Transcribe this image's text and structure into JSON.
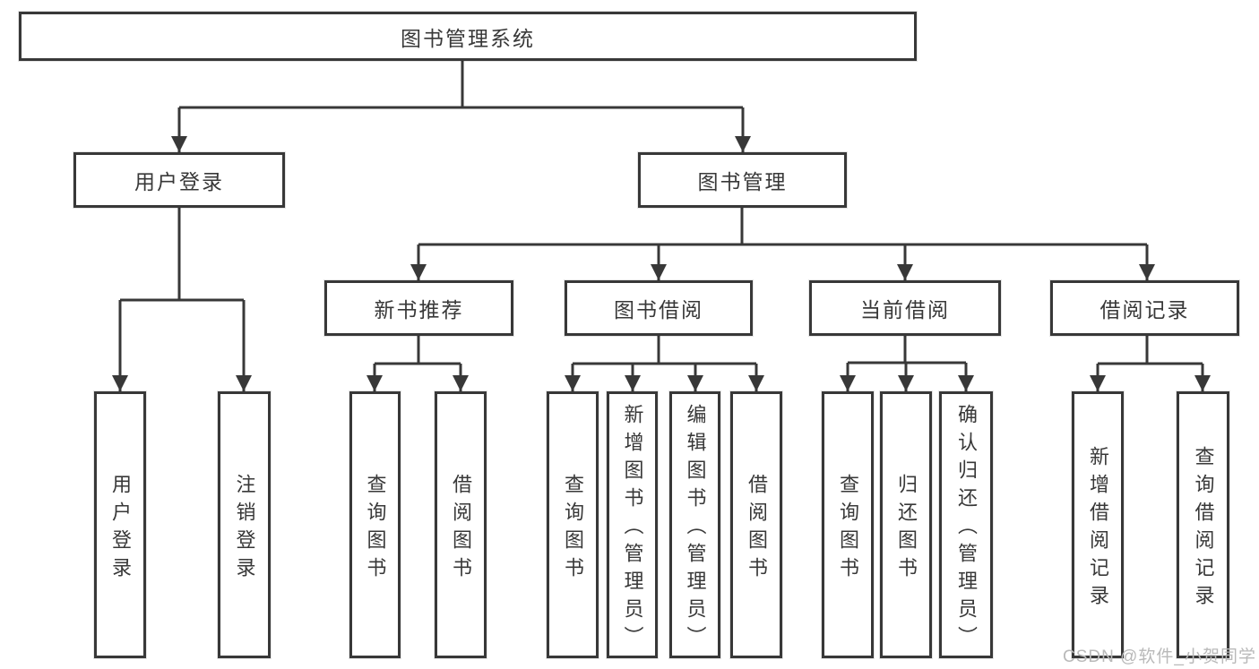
{
  "diagram": {
    "root": {
      "label": "图书管理系统"
    },
    "branches": [
      {
        "label": "用户登录",
        "children": [
          {
            "label": "用户登录"
          },
          {
            "label": "注销登录"
          }
        ]
      },
      {
        "label": "图书管理",
        "children": [
          {
            "label": "新书推荐",
            "children": [
              {
                "label": "查询图书"
              },
              {
                "label": "借阅图书"
              }
            ]
          },
          {
            "label": "图书借阅",
            "children": [
              {
                "label": "查询图书"
              },
              {
                "label": "新增图书（管理员）"
              },
              {
                "label": "编辑图书（管理员）"
              },
              {
                "label": "借阅图书"
              }
            ]
          },
          {
            "label": "当前借阅",
            "children": [
              {
                "label": "查询图书"
              },
              {
                "label": "归还图书"
              },
              {
                "label": "确认归还（管理员）"
              }
            ]
          },
          {
            "label": "借阅记录",
            "children": [
              {
                "label": "新增借阅记录"
              },
              {
                "label": "查询借阅记录"
              }
            ]
          }
        ]
      }
    ]
  },
  "watermark": "CSDN @软件_小贺同学",
  "colors": {
    "line": "#383838",
    "text": "#383838",
    "box_background": "#ffffff",
    "watermark": "#b9b9b9"
  }
}
